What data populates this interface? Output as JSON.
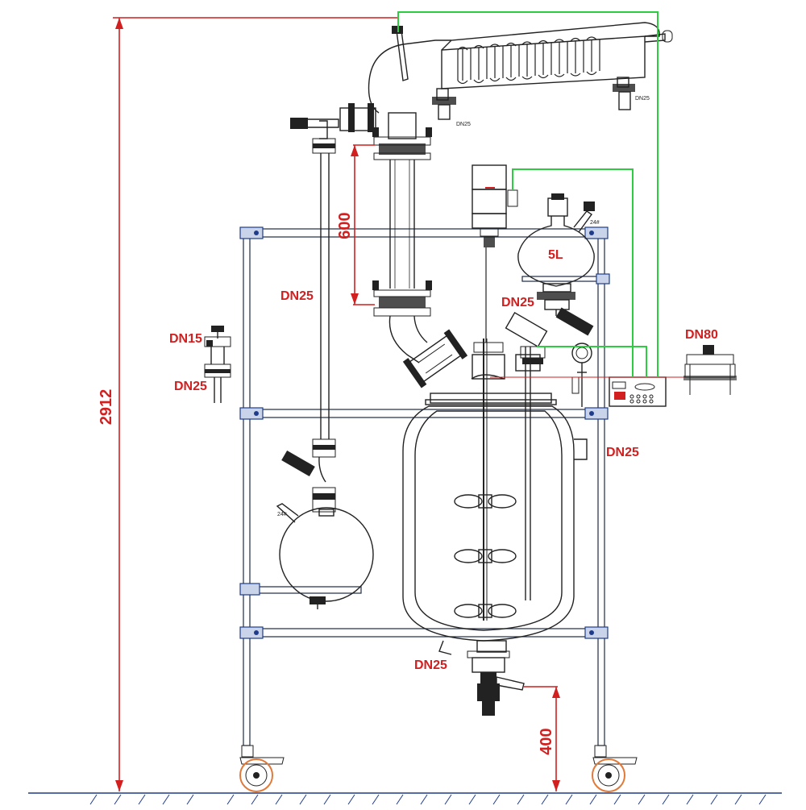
{
  "labels": {
    "dn15": "DN15",
    "dn25_left_upper": "DN25",
    "dn25_left_lower": "DN25",
    "dn25_mid": "DN25",
    "dn25_right": "DN25",
    "dn25_bottom": "DN25",
    "dn80": "DN80",
    "flask_volume": "5L"
  },
  "dimensions": {
    "total_height": "2912",
    "column_height": "600",
    "outlet_height": "400"
  },
  "small_labels": {
    "cond_dn25_a": "DN25",
    "cond_dn25_b": "DN25",
    "joint_a": "24#",
    "joint_b": "24#"
  },
  "colors": {
    "dimension": "#d21f1f",
    "frame": "#1f2a44",
    "cooling_line": "#2ecc40",
    "glass": "#222222",
    "clamp": "#1f3c8a",
    "caster": "#e07a3b"
  }
}
